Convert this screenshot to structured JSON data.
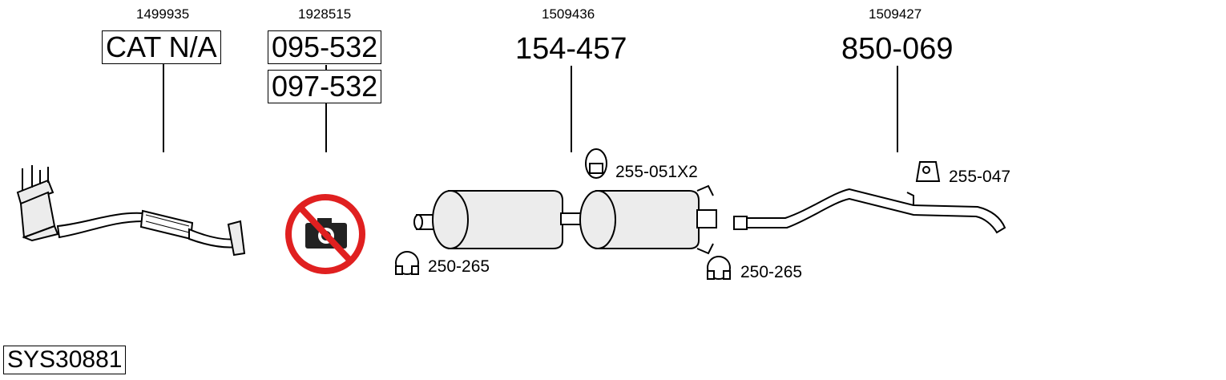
{
  "parts": [
    {
      "ref": "1499935",
      "codes": [
        "CAT N/A"
      ]
    },
    {
      "ref": "1928515",
      "codes": [
        "095-532",
        "097-532"
      ]
    },
    {
      "ref": "1509436",
      "codes": [
        "154-457"
      ]
    },
    {
      "ref": "1509427",
      "codes": [
        "850-069"
      ]
    }
  ],
  "accessories": {
    "hanger_1": "255-051X2",
    "hanger_2": "255-047",
    "clamp_1": "250-265",
    "clamp_2": "250-265"
  },
  "system_code": "SYS30881",
  "colors": {
    "no_image": "#e02020",
    "line": "#000000",
    "part_fill": "#ececec"
  }
}
